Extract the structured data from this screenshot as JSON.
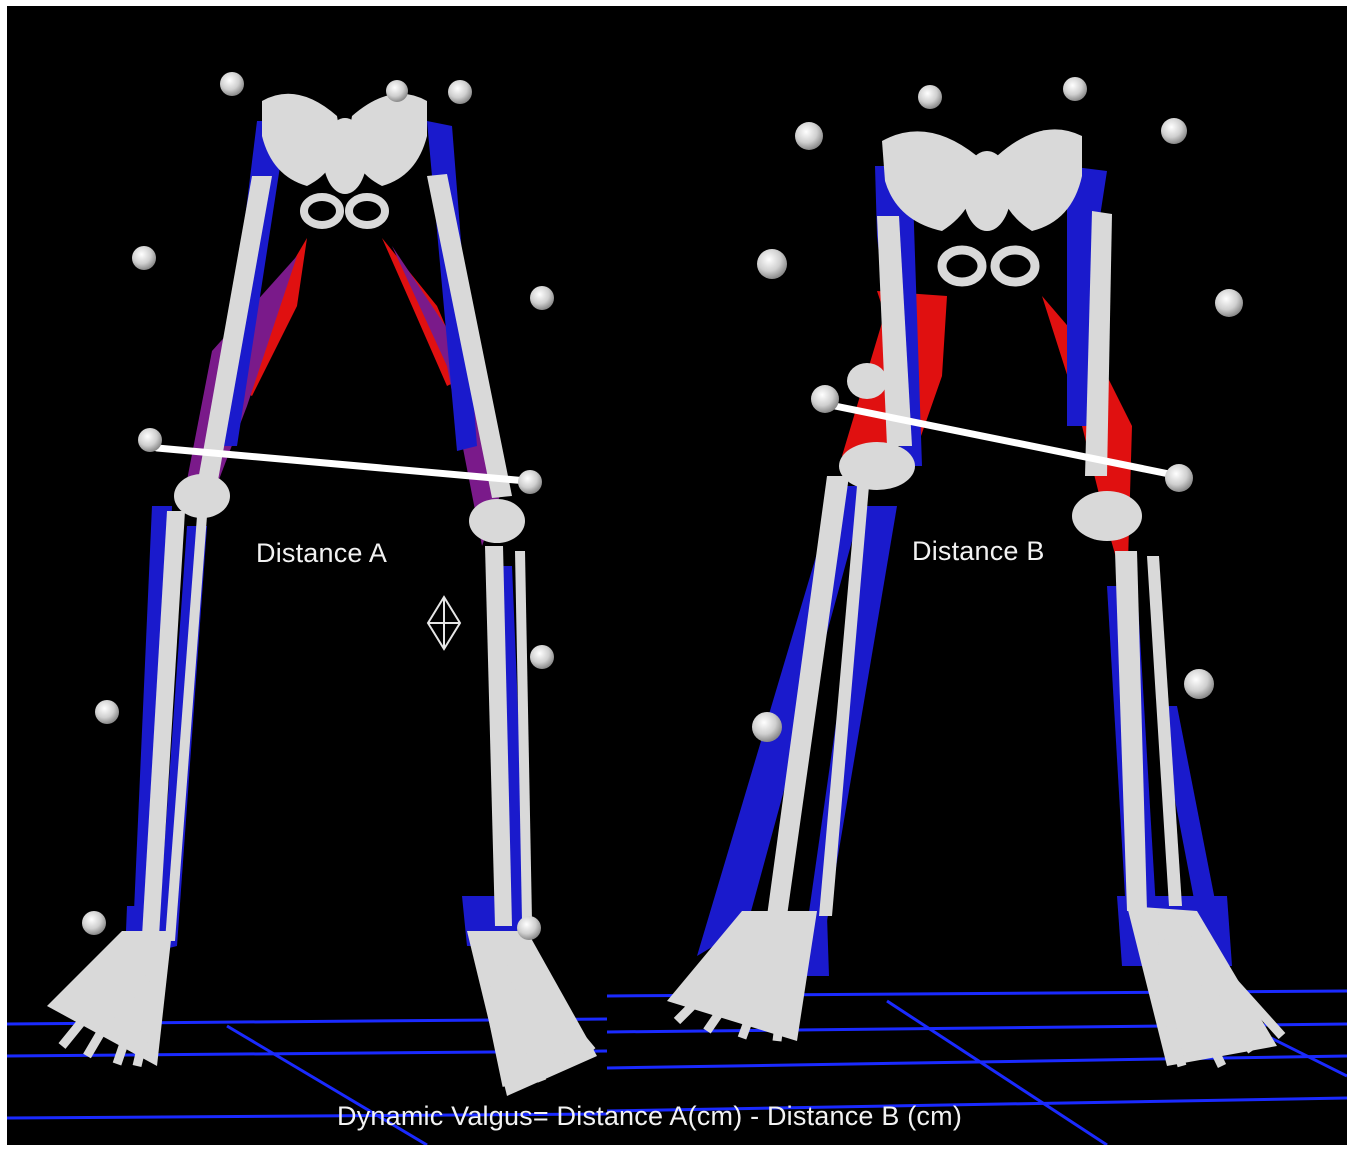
{
  "labels": {
    "distance_a": "Distance A",
    "distance_b": "Distance B",
    "formula": "Dynamic Valgus= Distance A(cm) - Distance B (cm)"
  },
  "colors": {
    "background": "#000000",
    "bone": "#d9d9d9",
    "muscle_blue": "#1a1acc",
    "muscle_red": "#e01010",
    "muscle_purple": "#7a1a8a",
    "floor_grid": "#1a2aff",
    "measure_line": "#ffffff"
  },
  "icons": {
    "marker": "marker-sphere-icon",
    "center_of_mass": "center-of-mass-icon"
  }
}
